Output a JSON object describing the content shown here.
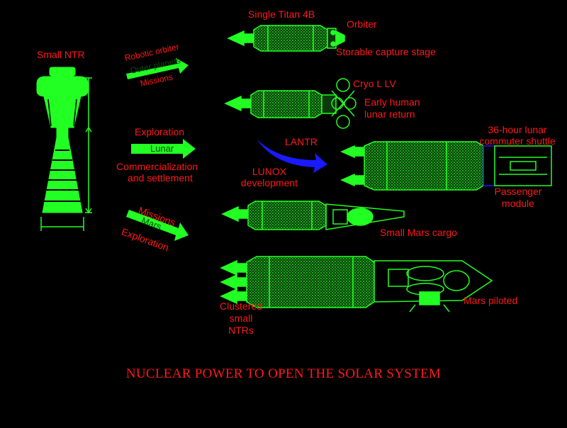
{
  "colors": {
    "background": "#000000",
    "label": "#ff1a1a",
    "hardware": "#22ff22",
    "lantr_arrow": "#1a1aff"
  },
  "engine": {
    "title": "Small NTR"
  },
  "arrows": {
    "outer": [
      "Robotic orbiter",
      "Outer planets",
      "Missions"
    ],
    "lunar": [
      "Exploration",
      "Lunar",
      "Commercialization",
      "and settlement"
    ],
    "mars": [
      "Missions",
      "Mars",
      "Exploration"
    ],
    "lantr": "LANTR",
    "lunox": [
      "LUNOX",
      "development"
    ]
  },
  "vehicles": {
    "titan": {
      "title": "Single Titan 4B",
      "orbiter": "Orbiter",
      "stage": "Storable capture stage"
    },
    "cryo": {
      "title": "Cryo L LV",
      "sub": [
        "Early human",
        "lunar return"
      ]
    },
    "shuttle": {
      "title": [
        "36-hour lunar",
        "commuter shuttle"
      ],
      "module": [
        "Passenger",
        "module"
      ]
    },
    "mars_cargo": {
      "title": "Small Mars cargo"
    },
    "mars_piloted": {
      "title": "Mars piloted",
      "cluster": [
        "Clustered",
        "small",
        "NTRs"
      ]
    }
  },
  "footer": {
    "title": "NUCLEAR POWER TO OPEN THE SOLAR SYSTEM"
  }
}
